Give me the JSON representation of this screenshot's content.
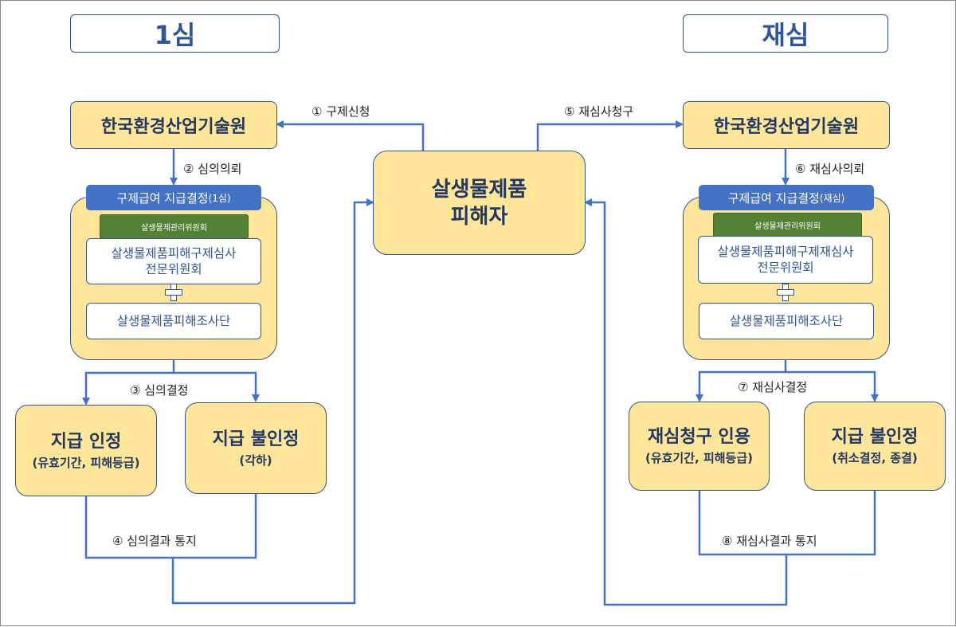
{
  "headers": {
    "first": "1심",
    "second": "재심"
  },
  "victim": {
    "line1": "살생물제품",
    "line2": "피해자"
  },
  "first_trial": {
    "agency": "한국환경산업기술원",
    "panel": {
      "decision_bar": "구제급여 지급결정",
      "decision_bar_suffix": "(1심)",
      "committee": "살생물제관리위원회",
      "expert_line1": "살생물제품피해구제심사",
      "expert_line2": "전문위원회",
      "investigation": "살생물제품피해조사단"
    },
    "outcomes": {
      "approve_main": "지급 인정",
      "approve_sub": "(유효기간, 피해등급)",
      "reject_main": "지급 불인정",
      "reject_sub": "(각하)"
    }
  },
  "second_trial": {
    "agency": "한국환경산업기술원",
    "panel": {
      "decision_bar": "구제급여 지급결정",
      "decision_bar_suffix": "(재심)",
      "committee": "살생물제관리위원회",
      "expert_line1": "살생물제품피해구제재심사",
      "expert_line2": "전문위원회",
      "investigation": "살생물제품피해조사단"
    },
    "outcomes": {
      "approve_main": "재심청구 인용",
      "approve_sub": "(유효기간, 피해등급)",
      "reject_main": "지급 불인정",
      "reject_sub": "(취소결정, 종결)"
    }
  },
  "steps": {
    "s1": "① 구제신청",
    "s2": "② 심의의뢰",
    "s3": "③ 심의결정",
    "s4": "④ 심의결과 통지",
    "s5": "⑤ 재심사청구",
    "s6": "⑥ 재심사의뢰",
    "s7": "⑦ 재심사결정",
    "s8": "⑧ 재심사결과 통지"
  },
  "colors": {
    "line": "#4472c4",
    "box_fill": "#ffe699",
    "box_border": "#2f5597",
    "bar_blue": "#4472c4",
    "bar_green": "#548235"
  }
}
